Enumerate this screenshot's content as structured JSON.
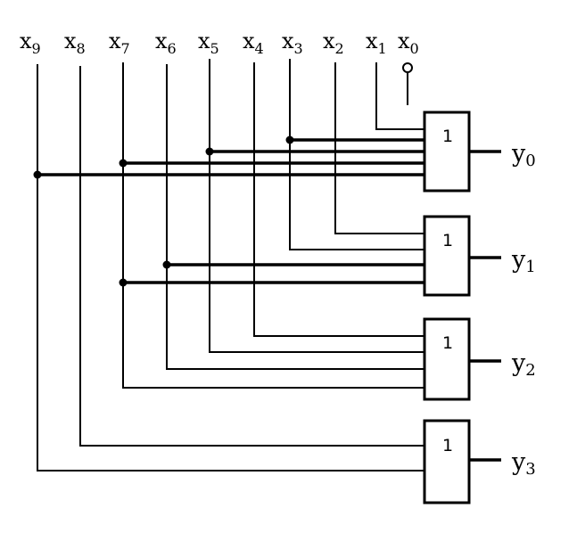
{
  "inputs": [
    {
      "id": "x9",
      "base": "x",
      "sub": "9"
    },
    {
      "id": "x8",
      "base": "x",
      "sub": "8"
    },
    {
      "id": "x7",
      "base": "x",
      "sub": "7"
    },
    {
      "id": "x6",
      "base": "x",
      "sub": "6"
    },
    {
      "id": "x5",
      "base": "x",
      "sub": "5"
    },
    {
      "id": "x4",
      "base": "x",
      "sub": "4"
    },
    {
      "id": "x3",
      "base": "x",
      "sub": "3"
    },
    {
      "id": "x2",
      "base": "x",
      "sub": "2"
    },
    {
      "id": "x1",
      "base": "x",
      "sub": "1"
    },
    {
      "id": "x0",
      "base": "x",
      "sub": "0"
    }
  ],
  "gates": [
    {
      "id": "g0",
      "symbol": "1",
      "inputs": [
        "x1",
        "x3",
        "x5",
        "x7",
        "x9"
      ],
      "output": {
        "base": "y",
        "sub": "0"
      }
    },
    {
      "id": "g1",
      "symbol": "1",
      "inputs": [
        "x2",
        "x3",
        "x6",
        "x7"
      ],
      "output": {
        "base": "y",
        "sub": "1"
      }
    },
    {
      "id": "g2",
      "symbol": "1",
      "inputs": [
        "x4",
        "x5",
        "x6",
        "x7"
      ],
      "output": {
        "base": "y",
        "sub": "2"
      }
    },
    {
      "id": "g3",
      "symbol": "1",
      "inputs": [
        "x8",
        "x9"
      ],
      "output": {
        "base": "y",
        "sub": "3"
      }
    }
  ],
  "x0_terminal": "open"
}
